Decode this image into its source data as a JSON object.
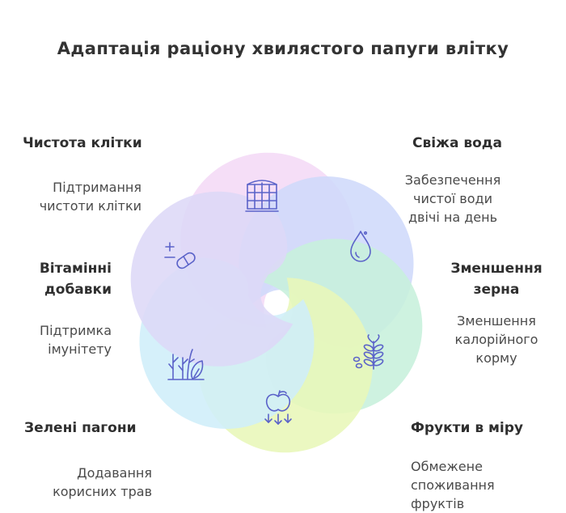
{
  "title": "Адаптація раціону хвилястого папуги влітку",
  "items": [
    {
      "label": "Чистота клітки",
      "description": "Підтримання чистоти клітки",
      "icon": "cage-grid-icon",
      "color": "#f4d9f6"
    },
    {
      "label": "Свіжа вода",
      "description": "Забезпечення чистої води двічі на день",
      "icon": "water-drop-icon",
      "color": "#cfd9fa"
    },
    {
      "label": "Зменшення зерна",
      "description": "Зменшення калорійного корму",
      "icon": "grain-wheat-icon",
      "color": "#c7f0dc"
    },
    {
      "label": "Фрукти в міру",
      "description": "Обмежене споживання фруктів",
      "icon": "apple-fruit-icon",
      "color": "#e8f7b8"
    },
    {
      "label": "Зелені пагони",
      "description": "Додавання корисних трав",
      "icon": "herbs-sprouts-icon",
      "color": "#cfeef9"
    },
    {
      "label": "Вітамінні добавки",
      "description": "Підтримка імунітету",
      "icon": "pill-supplement-icon",
      "color": "#ddd8f7"
    }
  ],
  "icon_stroke_color": "#5b63c9"
}
